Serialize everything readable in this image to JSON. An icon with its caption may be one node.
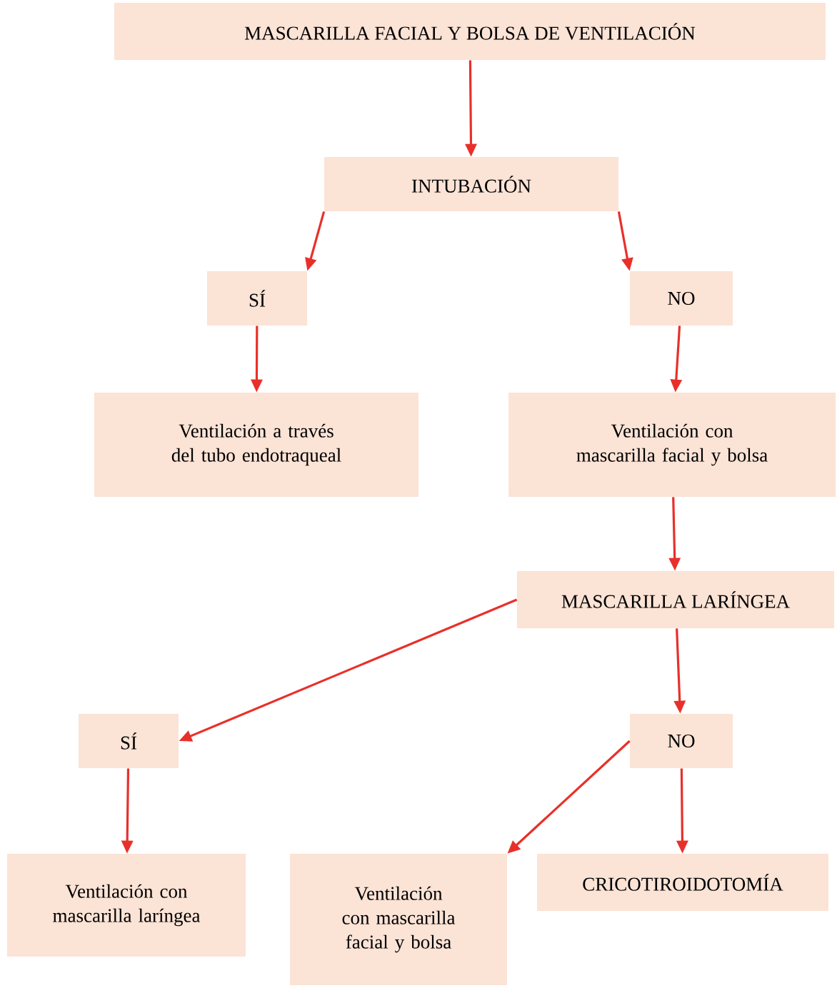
{
  "diagram": {
    "nodes": [
      {
        "text": [
          "MASCARILLA FACIAL Y BOLSA DE VENTILACIÓN"
        ]
      },
      {
        "text": [
          "INTUBACIÓN"
        ]
      },
      {
        "text": [
          "SÍ"
        ]
      },
      {
        "text": [
          "NO"
        ]
      },
      {
        "text": [
          "Ventilación a través del tubo endotraqueal"
        ]
      },
      {
        "text": [
          "Ventilación con mascarilla facial y bolsa"
        ]
      },
      {
        "text": [
          "MASCARILLA LARÍNGEA"
        ]
      },
      {
        "text": [
          "SÍ"
        ]
      },
      {
        "text": [
          "NO"
        ]
      },
      {
        "text": [
          "Ventilación con mascarilla laríngea"
        ]
      },
      {
        "text": [
          "Ventilación con mascarilla facial y bolsa"
        ]
      },
      {
        "text": [
          "CRICOTIROIDOTOMÍA"
        ]
      }
    ],
    "edges": [
      {
        "from": 0,
        "to": 1,
        "arrow": "to"
      },
      {
        "from": 1,
        "to": 2,
        "arrow": "to"
      },
      {
        "from": 1,
        "to": 3,
        "arrow": "to"
      },
      {
        "from": 2,
        "to": 4,
        "arrow": "to"
      },
      {
        "from": 3,
        "to": 5,
        "arrow": "to"
      },
      {
        "from": 5,
        "to": 6,
        "arrow": "to"
      },
      {
        "from": 6,
        "to": 7,
        "arrow": "to"
      },
      {
        "from": 6,
        "to": 8,
        "arrow": "to"
      },
      {
        "from": 7,
        "to": 9,
        "arrow": "to"
      },
      {
        "from": 8,
        "to": 10,
        "arrow": "to"
      },
      {
        "from": 8,
        "to": 11,
        "arrow": "to"
      }
    ]
  }
}
